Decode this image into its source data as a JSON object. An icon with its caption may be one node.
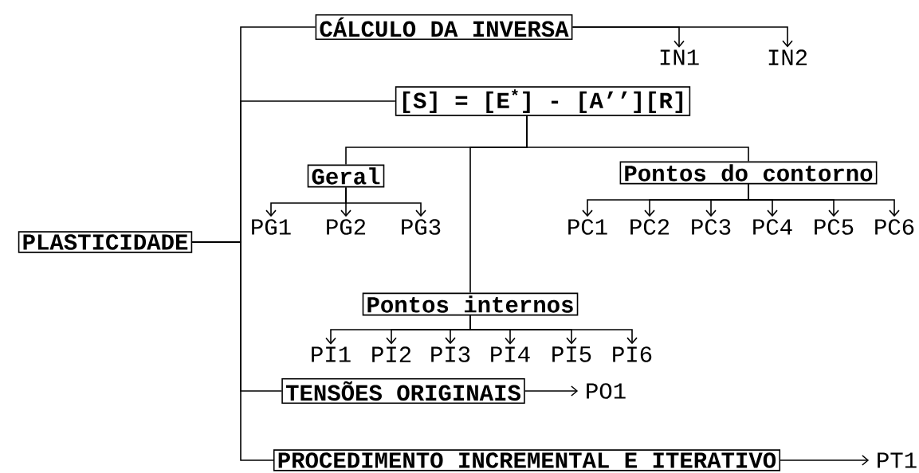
{
  "diagram": {
    "nodes": [
      {
        "text": [
          "PLASTICIDADE"
        ]
      },
      {
        "text": [
          "CÁLCULO DA INVERSA"
        ]
      },
      {
        "text": [
          "IN1"
        ]
      },
      {
        "text": [
          "IN2"
        ]
      },
      {
        "text": [
          "[S] = [E$^{*}$] - [A’’][R]"
        ]
      },
      {
        "text": [
          "Geral"
        ]
      },
      {
        "text": [
          "PG1"
        ]
      },
      {
        "text": [
          "PG2"
        ]
      },
      {
        "text": [
          "PG3"
        ]
      },
      {
        "text": [
          "Pontos do contorno"
        ]
      },
      {
        "text": [
          "PC1"
        ]
      },
      {
        "text": [
          "PC2"
        ]
      },
      {
        "text": [
          "PC3"
        ]
      },
      {
        "text": [
          "PC4"
        ]
      },
      {
        "text": [
          "PC5"
        ]
      },
      {
        "text": [
          "PC6"
        ]
      },
      {
        "text": [
          "Pontos internos"
        ]
      },
      {
        "text": [
          "PI1"
        ]
      },
      {
        "text": [
          "PI2"
        ]
      },
      {
        "text": [
          "PI3"
        ]
      },
      {
        "text": [
          "PI4"
        ]
      },
      {
        "text": [
          "PI5"
        ]
      },
      {
        "text": [
          "PI6"
        ]
      },
      {
        "text": [
          "TENSÕES ORIGINAIS"
        ]
      },
      {
        "text": [
          "PO1"
        ]
      },
      {
        "text": [
          "PROCEDIMENTO INCREMENTAL E ITERATIVO"
        ]
      },
      {
        "text": [
          "PT1"
        ]
      }
    ],
    "edges": [
      {
        "from": 0,
        "to": 1,
        "arrow": "none"
      },
      {
        "from": 0,
        "to": 4,
        "arrow": "none"
      },
      {
        "from": 0,
        "to": 23,
        "arrow": "none"
      },
      {
        "from": 0,
        "to": 25,
        "arrow": "none"
      },
      {
        "from": 1,
        "to": 2,
        "arrow": "to"
      },
      {
        "from": 1,
        "to": 3,
        "arrow": "to"
      },
      {
        "from": 4,
        "to": 5,
        "arrow": "none"
      },
      {
        "from": 4,
        "to": 16,
        "arrow": "none"
      },
      {
        "from": 4,
        "to": 9,
        "arrow": "none"
      },
      {
        "from": 5,
        "to": 6,
        "arrow": "to"
      },
      {
        "from": 5,
        "to": 7,
        "arrow": "to"
      },
      {
        "from": 5,
        "to": 8,
        "arrow": "to"
      },
      {
        "from": 9,
        "to": 10,
        "arrow": "to"
      },
      {
        "from": 9,
        "to": 11,
        "arrow": "to"
      },
      {
        "from": 9,
        "to": 12,
        "arrow": "to"
      },
      {
        "from": 9,
        "to": 13,
        "arrow": "to"
      },
      {
        "from": 9,
        "to": 14,
        "arrow": "to"
      },
      {
        "from": 9,
        "to": 15,
        "arrow": "to"
      },
      {
        "from": 16,
        "to": 17,
        "arrow": "to"
      },
      {
        "from": 16,
        "to": 18,
        "arrow": "to"
      },
      {
        "from": 16,
        "to": 19,
        "arrow": "to"
      },
      {
        "from": 16,
        "to": 20,
        "arrow": "to"
      },
      {
        "from": 16,
        "to": 21,
        "arrow": "to"
      },
      {
        "from": 16,
        "to": 22,
        "arrow": "to"
      },
      {
        "from": 23,
        "to": 24,
        "arrow": "to"
      },
      {
        "from": 25,
        "to": 26,
        "arrow": "to"
      }
    ]
  }
}
